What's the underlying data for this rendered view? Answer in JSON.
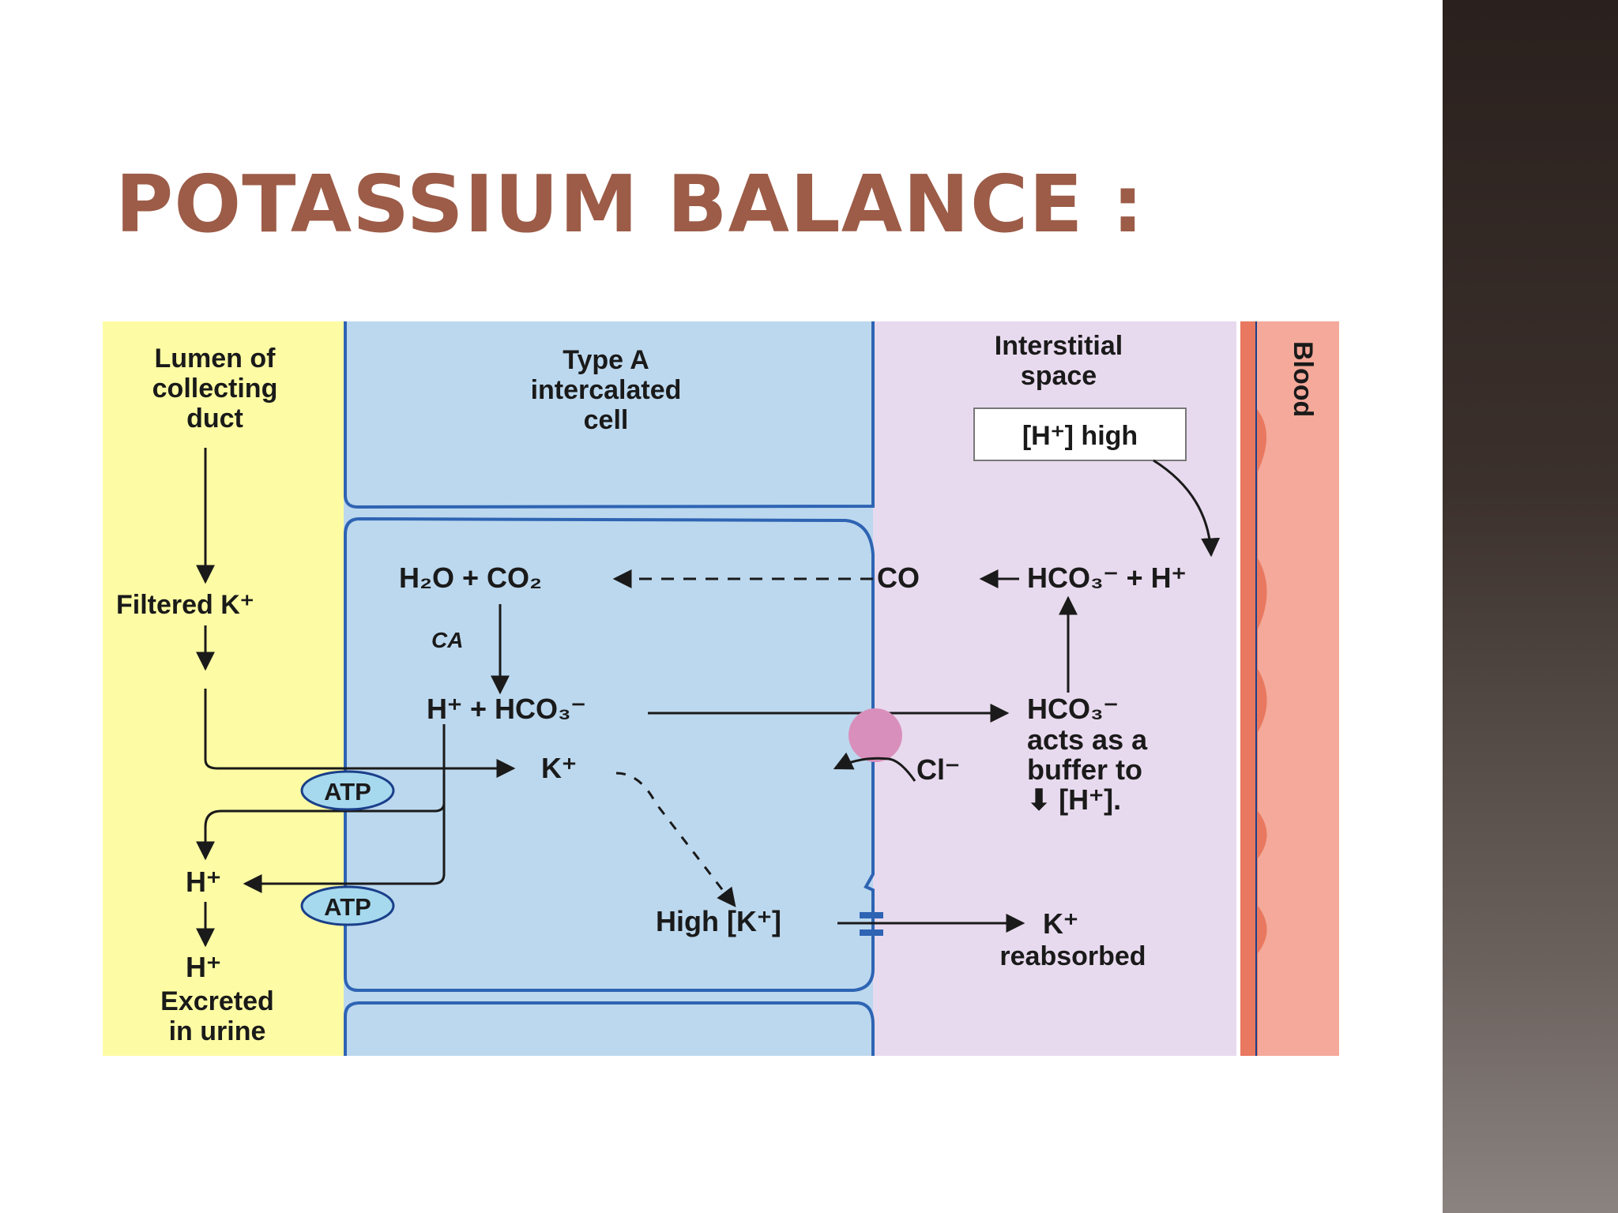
{
  "slide": {
    "title": "POTASSIUM BALANCE :"
  },
  "diagram": {
    "regions": {
      "lumen": [
        "Lumen of",
        "collecting",
        "duct"
      ],
      "cell": [
        "Type A",
        "intercalated",
        "cell"
      ],
      "interstitial": [
        "Interstitial",
        "space"
      ],
      "blood": "Blood"
    },
    "labels": {
      "h_high": "[H⁺] high",
      "h2o_co2": "H₂O + CO₂",
      "ca": "CA",
      "co": "CO",
      "hco3_h": "HCO₃⁻ + H⁺",
      "filtered_k": "Filtered K⁺",
      "h_hco3": "H⁺ + HCO₃⁻",
      "hco3_buffer": [
        "HCO₃⁻",
        "acts as a",
        "buffer to",
        "⬇ [H⁺]."
      ],
      "k_cell": "K⁺",
      "cl": "Cl⁻",
      "atp1": "ATP",
      "atp2": "ATP",
      "h_lumen1": "H⁺",
      "h_lumen2": "H⁺",
      "excreted": [
        "Excreted",
        "in urine"
      ],
      "high_k": "High [K⁺]",
      "k_reabsorbed": [
        "K⁺",
        "reabsorbed"
      ]
    },
    "colors": {
      "lumen": "#fdfca4",
      "cell": "#bcd8ee",
      "cell_border": "#2e64b3",
      "interstitial": "#e8daee",
      "blood": "#f4a99a",
      "blood_edge": "#e8785f",
      "antiporter": "#d98fbc",
      "atp": "#a6d9ee",
      "title": "#9c5c48"
    }
  }
}
